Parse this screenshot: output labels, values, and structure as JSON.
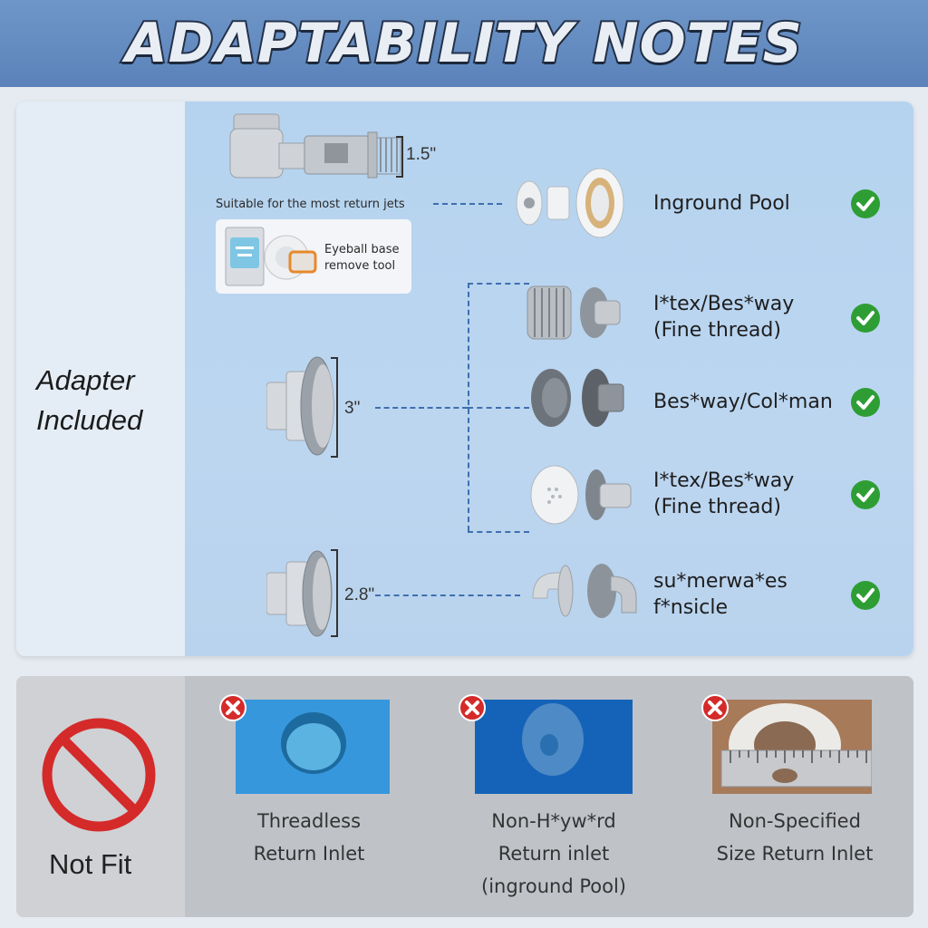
{
  "title": "ADAPTABILITY NOTES",
  "adapter_section": {
    "label_line1": "Adapter",
    "label_line2": "Included",
    "top_fitting_size": "1.5\"",
    "top_fitting_caption": "Suitable for the most return jets",
    "tool_caption_line1": "Eyeball base",
    "tool_caption_line2": "remove tool",
    "adapter_3in_size": "3\"",
    "adapter_28in_size": "2.8\"",
    "compat": [
      {
        "label": "Inground Pool"
      },
      {
        "label": "I*tex/Bes*way\n(Fine thread)"
      },
      {
        "label": "Bes*way/Col*man"
      },
      {
        "label": "I*tex/Bes*way\n(Fine thread)"
      },
      {
        "label": "su*merwa*es\nf*nsicle"
      }
    ]
  },
  "not_fit_section": {
    "label": "Not Fit",
    "items": [
      {
        "caption": "Threadless\nReturn Inlet"
      },
      {
        "caption": "Non-H*yw*rd\nReturn inlet\n(inground Pool)"
      },
      {
        "caption": "Non-Specified\nSize Return Inlet"
      }
    ]
  },
  "colors": {
    "title_bg": "#5b83ba",
    "check_green": "#2e9e34",
    "x_red": "#d52a2a",
    "dash_blue": "#3f6fb0",
    "no_sign_red": "#d42a2a"
  }
}
